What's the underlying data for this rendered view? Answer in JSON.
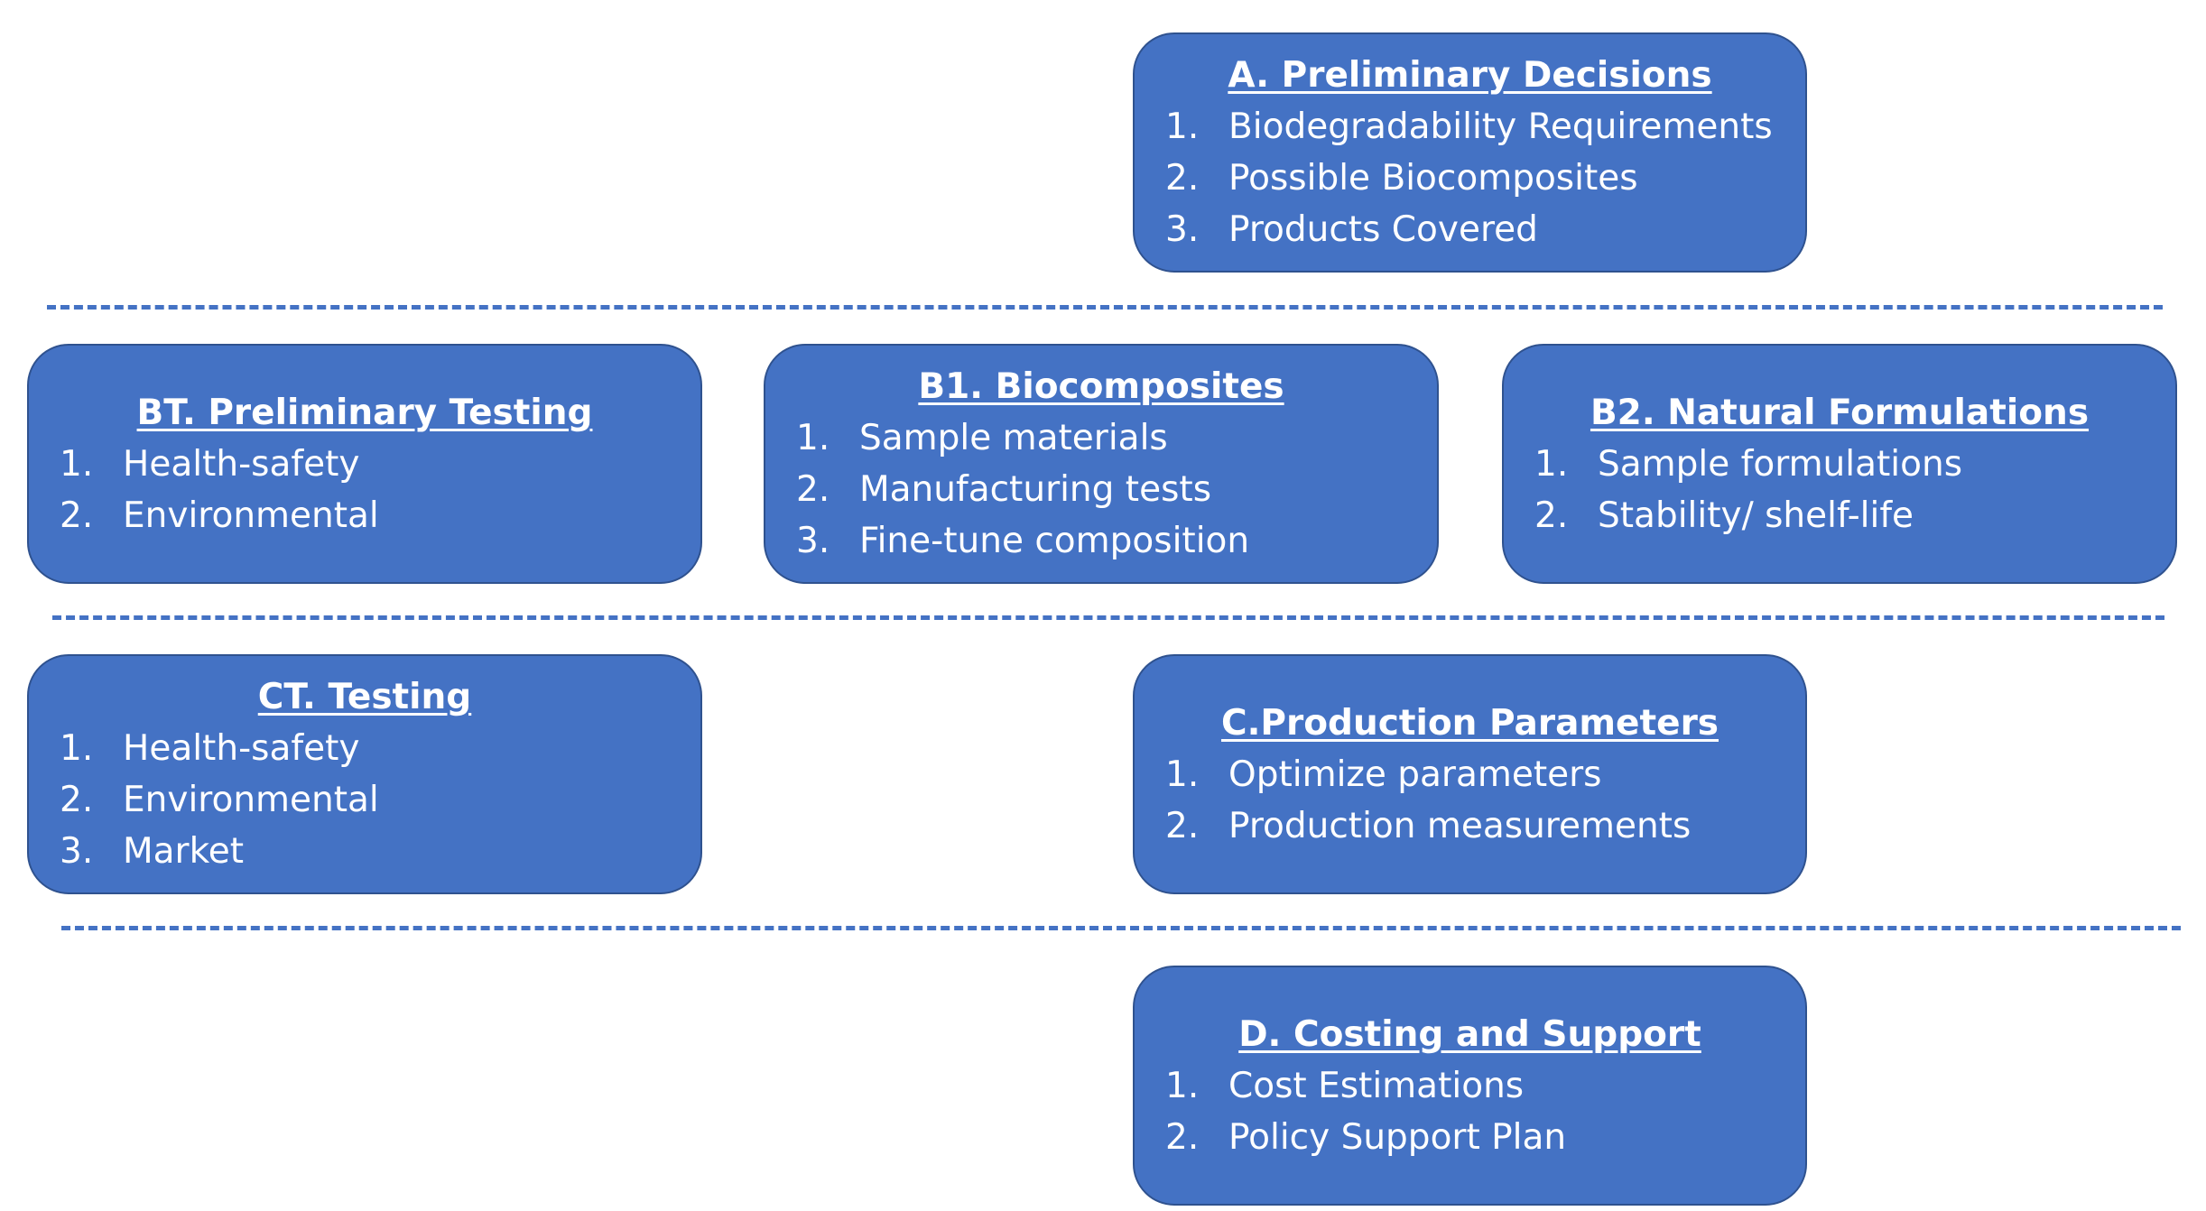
{
  "boxes": [
    {
      "id": "A",
      "title": "A. Preliminary Decisions",
      "items": [
        {
          "num": "1.",
          "text": "Biodegradability Requirements"
        },
        {
          "num": "2.",
          "text": "Possible Biocomposites"
        },
        {
          "num": "3.",
          "text": "Products Covered"
        }
      ]
    },
    {
      "id": "BT",
      "title": "BT. Preliminary Testing",
      "items": [
        {
          "num": "1.",
          "text": "Health-safety"
        },
        {
          "num": "2.",
          "text": "Environmental"
        }
      ]
    },
    {
      "id": "B1",
      "title": "B1. Biocomposites",
      "items": [
        {
          "num": "1.",
          "text": "Sample materials"
        },
        {
          "num": "2.",
          "text": "Manufacturing tests"
        },
        {
          "num": "3.",
          "text": "Fine-tune composition"
        }
      ]
    },
    {
      "id": "B2",
      "title": "B2. Natural Formulations",
      "items": [
        {
          "num": "1.",
          "text": "Sample formulations"
        },
        {
          "num": "2.",
          "text": "Stability/ shelf-life"
        }
      ]
    },
    {
      "id": "CT",
      "title": "CT. Testing",
      "items": [
        {
          "num": "1.",
          "text": "Health-safety"
        },
        {
          "num": "2.",
          "text": "Environmental"
        },
        {
          "num": "3.",
          "text": "Market"
        }
      ]
    },
    {
      "id": "C",
      "title": "C.Production Parameters",
      "items": [
        {
          "num": "1.",
          "text": "Optimize parameters"
        },
        {
          "num": "2.",
          "text": "Production measurements"
        }
      ]
    },
    {
      "id": "D",
      "title": "D. Costing and Support",
      "items": [
        {
          "num": "1.",
          "text": "Cost Estimations"
        },
        {
          "num": "2.",
          "text": "Policy Support Plan"
        }
      ]
    }
  ],
  "colors": {
    "box_fill": "#4472c4",
    "box_border": "#2f528f",
    "text": "#ffffff",
    "separator": "#4472c4"
  }
}
